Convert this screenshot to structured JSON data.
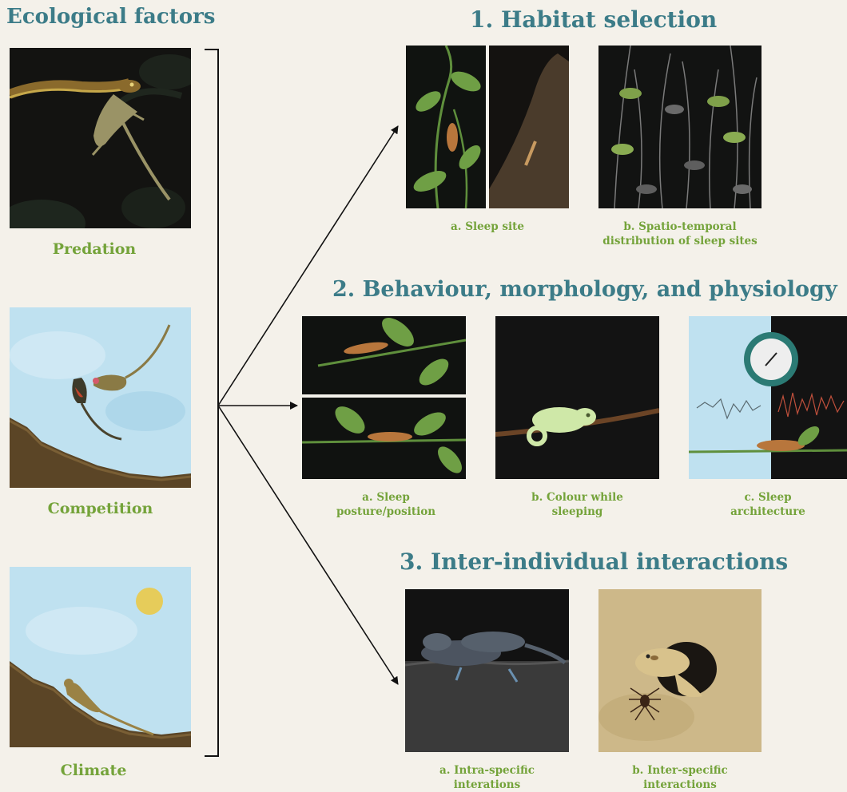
{
  "header": {
    "factors_title": "Ecological factors",
    "section1_title": "1. Habitat selection",
    "section2_title": "2. Behaviour, morphology, and physiology",
    "section3_title": "3. Inter-individual interactions"
  },
  "factors": [
    {
      "label": "Predation",
      "icon": "snake-eating-lizard-illustration"
    },
    {
      "label": "Competition",
      "icon": "fighting-lizards-illustration"
    },
    {
      "label": "Climate",
      "icon": "basking-lizard-illustration"
    }
  ],
  "section1": {
    "panels": [
      {
        "line1": "a. Sleep site",
        "line2": ""
      },
      {
        "line1": "b. Spatio-temporal",
        "line2": "distribution of sleep sites"
      }
    ]
  },
  "section2": {
    "panels": [
      {
        "line1": "a. Sleep",
        "line2": "posture/position"
      },
      {
        "line1": "b. Colour while",
        "line2": "sleeping"
      },
      {
        "line1": "c. Sleep",
        "line2": "architecture"
      }
    ]
  },
  "section3": {
    "panels": [
      {
        "line1": "a. Intra-specific",
        "line2": "interations"
      },
      {
        "line1": "b. Inter-specific",
        "line2": "interactions"
      }
    ]
  },
  "colors": {
    "heading": "#3c7c88",
    "caption": "#74a33a",
    "background": "#f4f1ea",
    "night": "#141414",
    "sky": "#bfe1f0"
  }
}
